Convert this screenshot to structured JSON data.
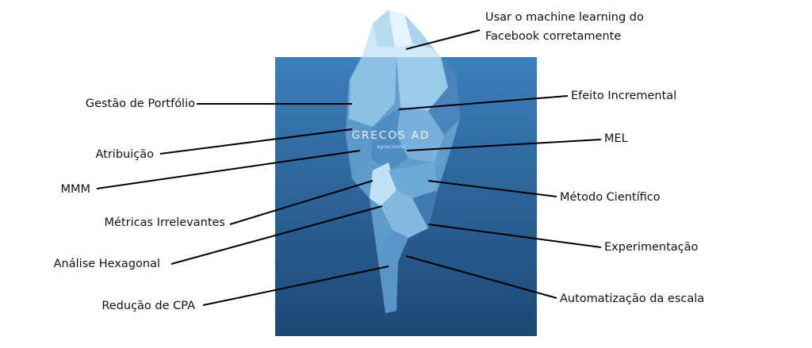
{
  "brand": {
    "name": "GRECOS AD",
    "tagline": "agrecosmi"
  },
  "colors": {
    "water_top": "#3c7fbc",
    "water_bottom": "#1c4874",
    "ice_light": "#cde8f7",
    "ice_mid": "#7fb4dc",
    "ice_dark": "#4a84bc",
    "line": "#000000"
  },
  "labels": {
    "machine_learning_line1": "Usar o machine learning do",
    "machine_learning_line2": "Facebook corretamente",
    "gestao": "Gestão de Portfólio",
    "atribuicao": "Atribuição",
    "mmm": "MMM",
    "metricas": "Métricas Irrelevantes",
    "analise": "Análise Hexagonal",
    "reducao": "Redução de CPA",
    "efeito": "Efeito Incremental",
    "mel": "MEL",
    "metodo": "Método Científico",
    "experimentacao": "Experimentação",
    "automatizacao": "Automatização da escala"
  }
}
